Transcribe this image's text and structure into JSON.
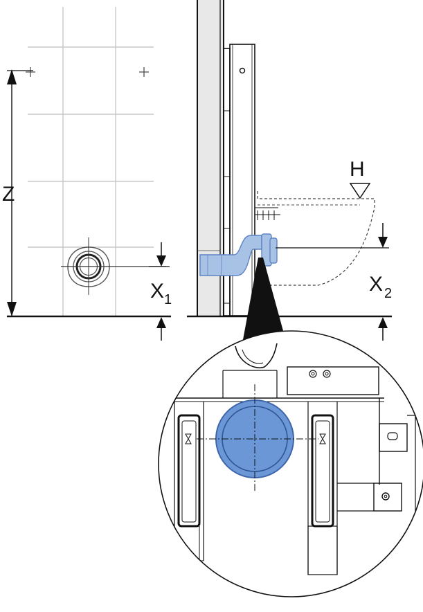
{
  "labels": {
    "z": "Z",
    "h": "H",
    "x1_main": "X",
    "x1_sub": "1",
    "x2_main": "X",
    "x2_sub": "2"
  },
  "colors": {
    "pipe_fill": "#a8c2e6",
    "pipe_stroke": "#5d83c4",
    "pipe_circle": "#6c97d6",
    "line_dark": "#111111",
    "line_grey": "#c8c8c8"
  }
}
